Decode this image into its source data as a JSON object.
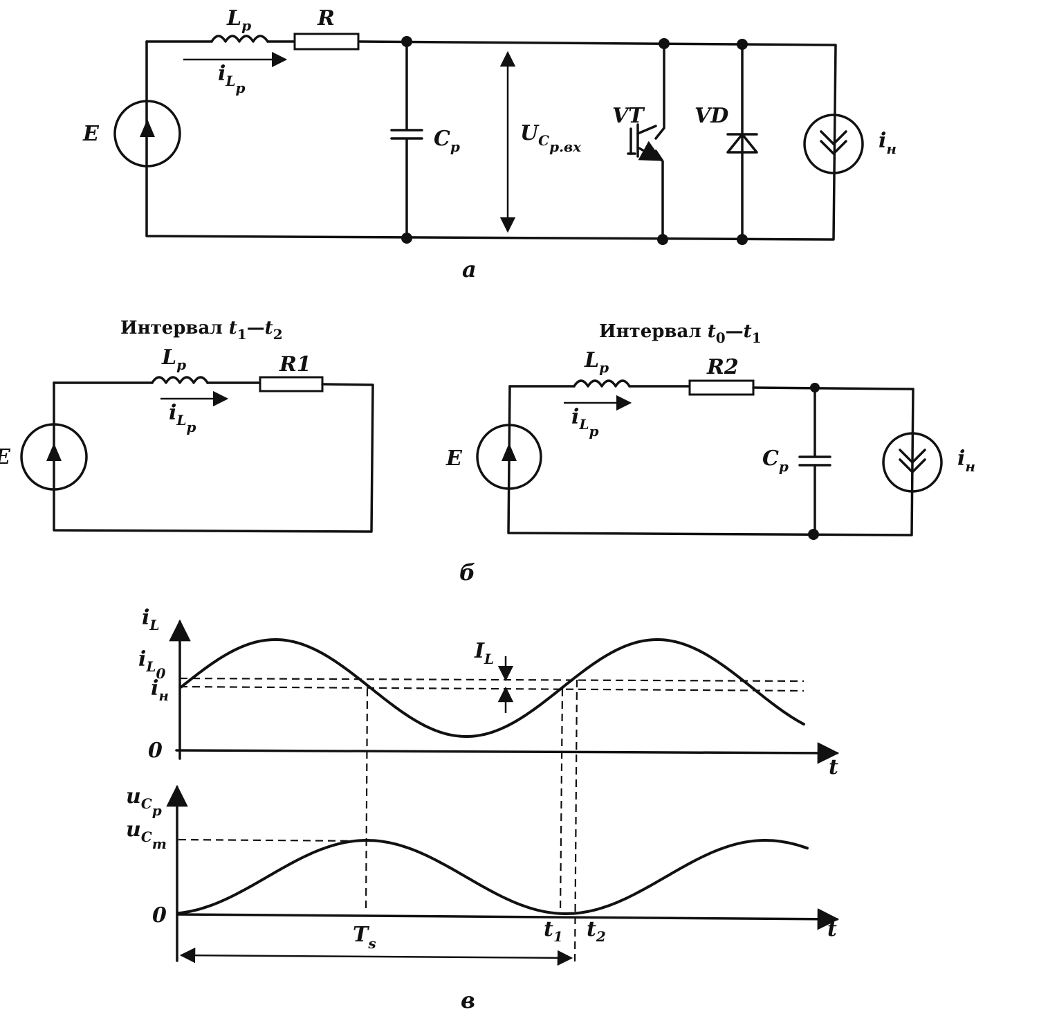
{
  "circuit_a": {
    "inductor": "L",
    "inductor_sub": "р",
    "resistor": "R",
    "current": "i",
    "current_sub1": "L",
    "current_sub2": "р",
    "source": "E",
    "capacitor": "C",
    "capacitor_sub": "р",
    "voltage": "U",
    "voltage_sub1": "C",
    "voltage_sub2": "р.вх",
    "transistor": "VT",
    "diode": "VD",
    "load_current": "i",
    "load_current_sub": "н",
    "caption": "а"
  },
  "circuit_b_left": {
    "header_prefix": "Интервал ",
    "header_t": "t",
    "header_t1": "1",
    "header_dash": "—",
    "header_t2sym": "t",
    "header_t2": "2",
    "inductor": "L",
    "inductor_sub": "р",
    "resistor": "R1",
    "current": "i",
    "current_sub1": "L",
    "current_sub2": "р",
    "source": "E"
  },
  "circuit_b_right": {
    "header_prefix": "Интервал ",
    "header_t": "t",
    "header_t1": "0",
    "header_dash": "—",
    "header_t2sym": "t",
    "header_t2": "1",
    "inductor": "L",
    "inductor_sub": "р",
    "resistor": "R2",
    "current": "i",
    "current_sub1": "L",
    "current_sub2": "р",
    "source": "E",
    "capacitor": "C",
    "capacitor_sub": "р",
    "load_current": "i",
    "load_current_sub": "н"
  },
  "caption_b": "б",
  "chart_data": [
    {
      "type": "line",
      "title": "",
      "xlabel": "t",
      "ylabel": "iL",
      "series": [
        {
          "name": "i_L",
          "x": [
            0,
            0.5,
            1,
            1.5,
            2,
            2.5,
            3,
            3.5
          ],
          "values": [
            0.95,
            1.55,
            0.95,
            0.35,
            0.95,
            1.55,
            0.95,
            0.35
          ]
        }
      ],
      "y_labels": {
        "y0": "0",
        "iL0": "iL0",
        "iH": "iн",
        "IL": "IL"
      }
    },
    {
      "type": "line",
      "title": "",
      "xlabel": "t",
      "ylabel": "uCp",
      "series": [
        {
          "name": "u_Cp",
          "x": [
            0,
            0.5,
            1,
            1.5,
            2,
            2.5
          ],
          "values": [
            0,
            0.5,
            1,
            0.5,
            0,
            0.5
          ]
        }
      ],
      "x_labels": {
        "Ts": "Ts",
        "t1": "t1",
        "t2": "t2"
      },
      "y_labels": {
        "y0": "0",
        "uCm": "uCm"
      }
    }
  ],
  "graph1": {
    "ylabel": "i",
    "ylabel_sub": "L",
    "iL0": "i",
    "iL0_sub1": "L",
    "iL0_sub2": "0",
    "iH": "i",
    "iH_sub": "н",
    "IL": "I",
    "IL_sub": "L",
    "zero": "0",
    "xlabel": "t"
  },
  "graph2": {
    "ylabel": "u",
    "ylabel_sub1": "C",
    "ylabel_sub2": "р",
    "uCm": "u",
    "uCm_sub1": "C",
    "uCm_sub2": "m",
    "zero": "0",
    "xlabel": "t",
    "Ts": "T",
    "Ts_sub": "s",
    "t1": "t",
    "t1_sub": "1",
    "t2": "t",
    "t2_sub": "2"
  },
  "caption_c": "в"
}
